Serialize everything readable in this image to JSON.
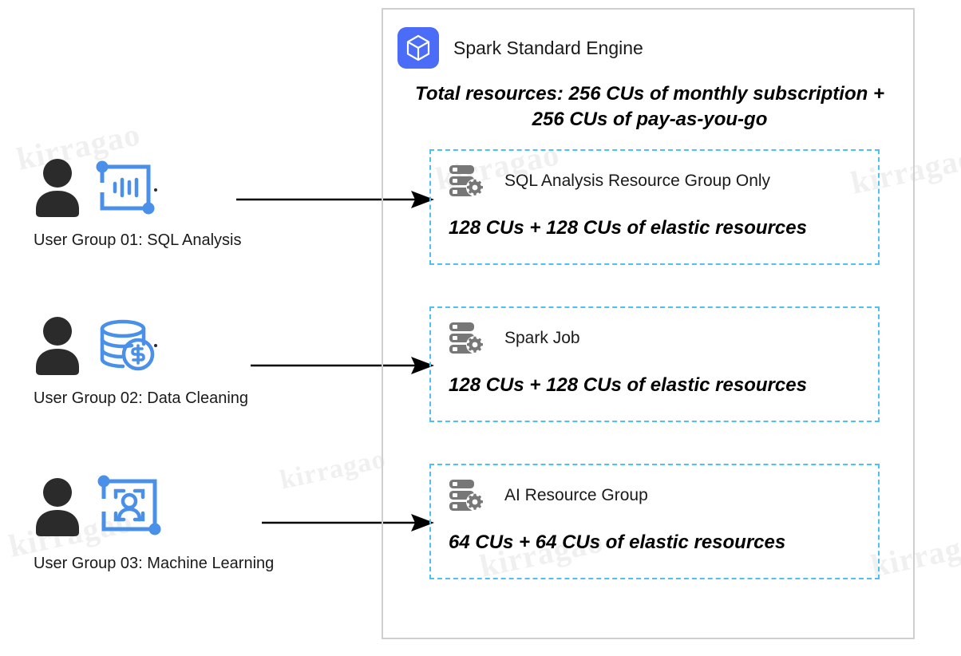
{
  "watermark": {
    "text": "kirragao"
  },
  "user_groups": [
    {
      "label": "User Group 01: SQL Analysis",
      "person_icon": "person-icon",
      "glyph_icon": "sql-analysis-chart-icon"
    },
    {
      "label": "User Group 02: Data Cleaning",
      "person_icon": "person-icon",
      "glyph_icon": "database-dollar-icon"
    },
    {
      "label": "User Group 03: Machine Learning",
      "person_icon": "person-icon",
      "glyph_icon": "face-recognition-icon"
    }
  ],
  "arrows": [
    {
      "name": "arrow-user-group-01-to-sql-analysis-resource-group"
    },
    {
      "name": "arrow-user-group-02-to-spark-job"
    },
    {
      "name": "arrow-user-group-03-to-ai-resource-group"
    }
  ],
  "engine": {
    "badge_icon": "cube-icon",
    "title": "Spark Standard Engine",
    "total_resources_line1": "Total resources: 256 CUs of monthly subscription +",
    "total_resources_line2": "256 CUs of pay-as-you-go",
    "resource_groups": [
      {
        "icon": "server-gear-icon",
        "name": "SQL Analysis Resource Group Only",
        "cus": "128 CUs + 128 CUs of elastic resources"
      },
      {
        "icon": "server-gear-icon",
        "name": "Spark Job",
        "cus": "128 CUs + 128 CUs of elastic resources"
      },
      {
        "icon": "server-gear-icon",
        "name": "AI Resource Group",
        "cus": "64 CUs + 64 CUs of elastic resources"
      }
    ]
  },
  "colors": {
    "accent_blue": "#4a6cf7",
    "glyph_blue": "#4a90e8",
    "dashed_border": "#4fc0f0",
    "panel_border": "#cfcfcf",
    "server_gray": "#777777",
    "person_dark": "#2b2b2b"
  }
}
